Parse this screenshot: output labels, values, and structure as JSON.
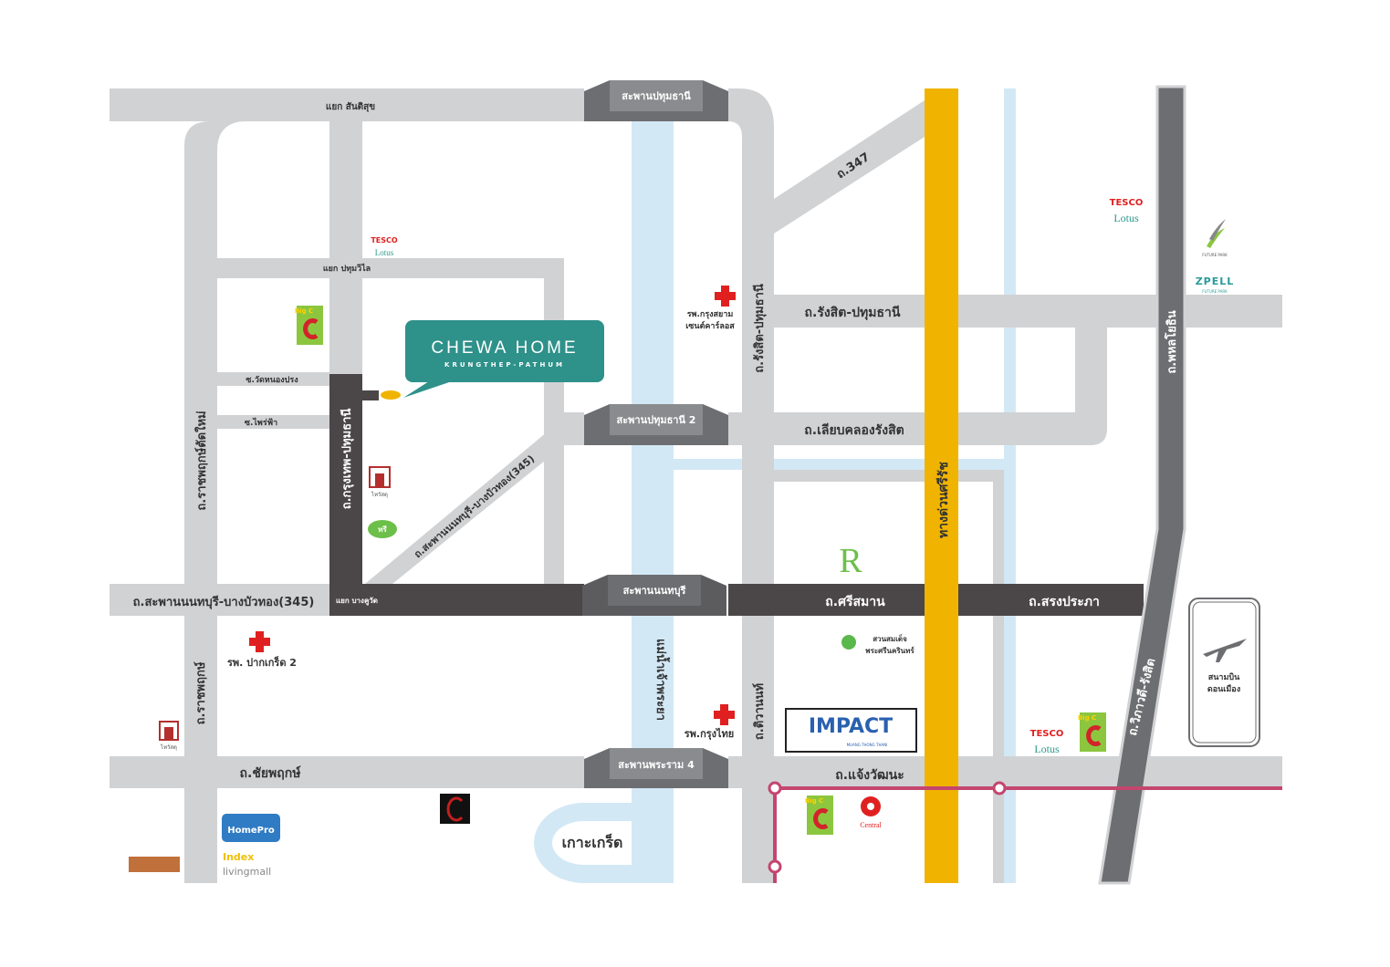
{
  "colors": {
    "road": "#d1d2d4",
    "main_road": "#4b4647",
    "river": "#d3e8f5",
    "expressway": "#f0b400",
    "phahon": "#6d6e71",
    "brand": "#2e918a",
    "rail": "#c4466f",
    "hospital": "#e02020"
  },
  "brand": {
    "name": "CHEWA HOME",
    "sub": "KRUNGTHEP-PATHUM"
  },
  "roads": {
    "santisuk": "แยก สันติสุข",
    "pathumwilai": "แยก ปทุมวิไล",
    "wat_nong_prong": "ซ.วัดหนองปรง",
    "phrai_fa": "ซ.ไพร่ฟ้า",
    "ratchaphruek_new": "ถ.ราชพฤกษ์ตัดใหม่",
    "krungthep_pathum": "ถ.กรุงเทพ-ปทุมธานี",
    "diag_345": "ถ.สะพานนนทบุรี-บางบัวทอง(345)",
    "main_345": "ถ.สะพานนนทบุรี-บางบัวทอง(345)",
    "bang_khu_wat": "แยก บางคูวัด",
    "rangsit_pathum_v": "ถ.รังสิต-ปทุมธานี",
    "rangsit_pathum_h": "ถ.รังสิต-ปทุมธานี",
    "liap_khlong": "ถ.เลียบคลองรังสิต",
    "r347": "ถ.347",
    "expressway": "ทางด่วนศรีรัช",
    "phahon": "ถ.พหลโยธิน",
    "si_saman": "ถ.ศรีสมาน",
    "songprapa": "ถ.สรงประภา",
    "ratchaphruek": "ถ.ราชพฤกษ์",
    "chaiyaphruek": "ถ.ชัยพฤกษ์",
    "tiwanon": "ถ.ติวานนท์",
    "chaengwattana": "ถ.แจ้งวัฒนะ",
    "vibhavadi": "ถ.วิภาวดี-รังสิต",
    "river": "แม่น้ำเจ้าพระยา"
  },
  "bridges": {
    "pathum": "สะพานปทุมธานี",
    "pathum2": "สะพานปทุมธานี 2",
    "nonthaburi": "สะพานนนทบุรี",
    "rama4": "สะพานพระราม 4"
  },
  "places": {
    "hosp_siam": [
      "รพ.กรุงสยาม",
      "เซนต์คาร์ลอส"
    ],
    "hosp_pakkret": "รพ. ปากเกร็ด 2",
    "hosp_krungthai": "รพ.กรุงไทย",
    "park": [
      "สวนสมเด็จ",
      "พระศรีนครินทร์"
    ],
    "ko_kret": "เกาะเกร็ด",
    "airport": [
      "สนามบิน",
      "ดอนเมือง"
    ]
  },
  "logos": {
    "tesco": [
      "TESCO",
      "Lotus"
    ],
    "bigc": "Big C",
    "homepro": "HomePro",
    "index": [
      "Index",
      "livingmall"
    ],
    "impact": [
      "IMPACT",
      "MUANG THONG THANI"
    ],
    "central": "Central",
    "robinson": "R",
    "zpell": [
      "ZPELL",
      "FUTURE PARK"
    ],
    "future_park": "FUTURE PARK",
    "thaiwatsadu": "ไทวัสดุ",
    "tree": "ทรี"
  }
}
